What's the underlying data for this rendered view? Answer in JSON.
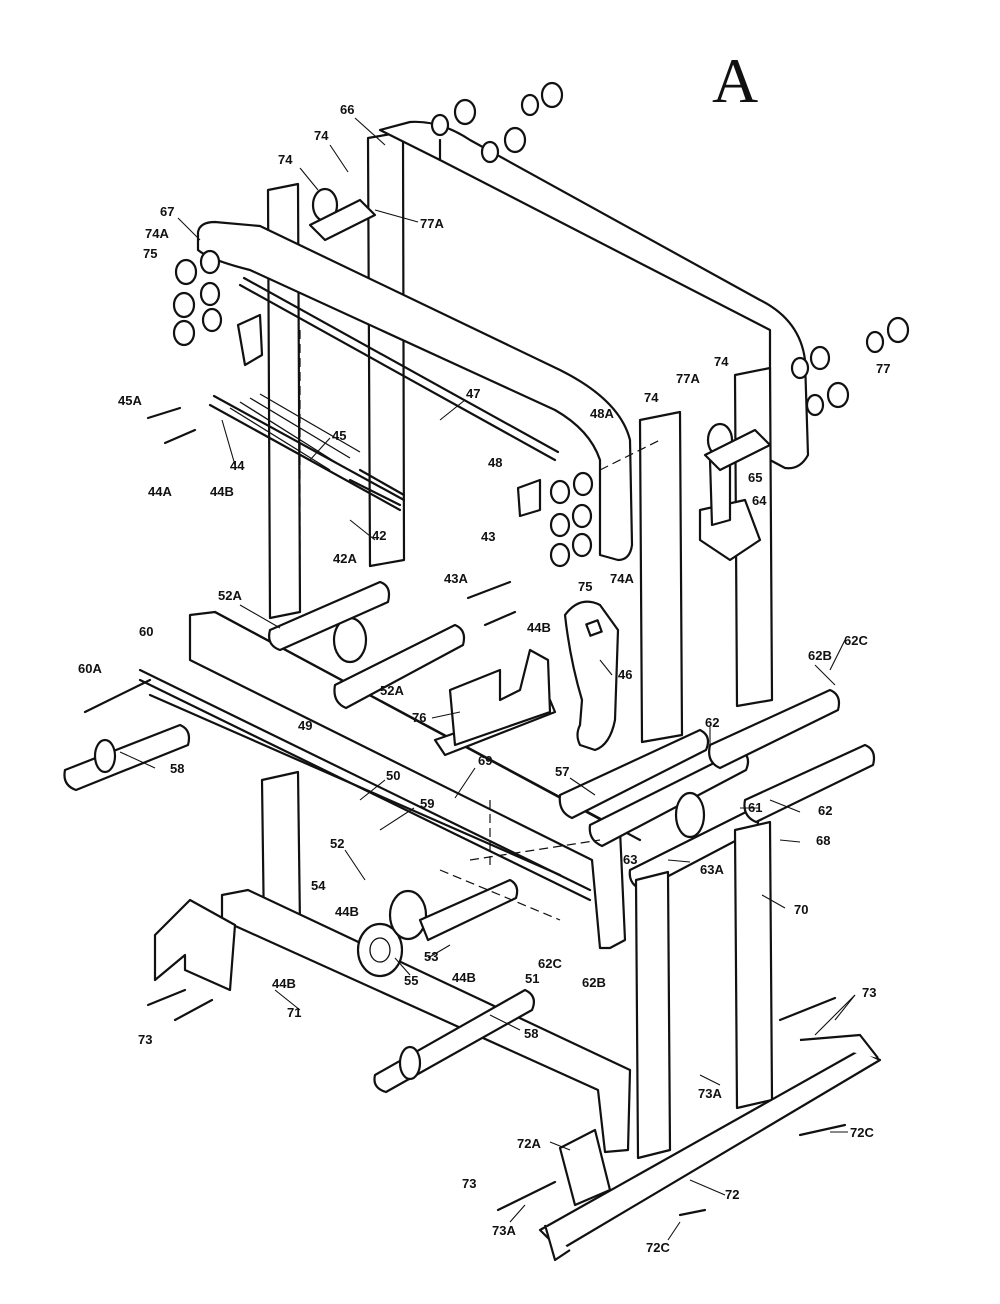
{
  "figure_letter": "A",
  "callouts": [
    {
      "id": "c66",
      "text": "66"
    },
    {
      "id": "c74a",
      "text": "74"
    },
    {
      "id": "c74b",
      "text": "74"
    },
    {
      "id": "c77a1",
      "text": "77A"
    },
    {
      "id": "c67",
      "text": "67"
    },
    {
      "id": "c74A1",
      "text": "74A"
    },
    {
      "id": "c75a",
      "text": "75"
    },
    {
      "id": "c74c",
      "text": "74"
    },
    {
      "id": "c77a2",
      "text": "77A"
    },
    {
      "id": "c77",
      "text": "77"
    },
    {
      "id": "c74d",
      "text": "74"
    },
    {
      "id": "c47",
      "text": "47"
    },
    {
      "id": "c45A",
      "text": "45A"
    },
    {
      "id": "c45",
      "text": "45"
    },
    {
      "id": "c48A",
      "text": "48A"
    },
    {
      "id": "c48",
      "text": "48"
    },
    {
      "id": "c65",
      "text": "65"
    },
    {
      "id": "c64",
      "text": "64"
    },
    {
      "id": "c44",
      "text": "44"
    },
    {
      "id": "c44A",
      "text": "44A"
    },
    {
      "id": "c44B1",
      "text": "44B"
    },
    {
      "id": "c42",
      "text": "42"
    },
    {
      "id": "c42A",
      "text": "42A"
    },
    {
      "id": "c43",
      "text": "43"
    },
    {
      "id": "c43A",
      "text": "43A"
    },
    {
      "id": "c75b",
      "text": "75"
    },
    {
      "id": "c74A2",
      "text": "74A"
    },
    {
      "id": "c52A1",
      "text": "52A"
    },
    {
      "id": "c44B2",
      "text": "44B"
    },
    {
      "id": "c60",
      "text": "60"
    },
    {
      "id": "c62C1",
      "text": "62C"
    },
    {
      "id": "c62B1",
      "text": "62B"
    },
    {
      "id": "c60A",
      "text": "60A"
    },
    {
      "id": "c52A2",
      "text": "52A"
    },
    {
      "id": "c46",
      "text": "46"
    },
    {
      "id": "c76",
      "text": "76"
    },
    {
      "id": "c62a",
      "text": "62"
    },
    {
      "id": "c49",
      "text": "49"
    },
    {
      "id": "c58a",
      "text": "58"
    },
    {
      "id": "c69",
      "text": "69"
    },
    {
      "id": "c57",
      "text": "57"
    },
    {
      "id": "c61",
      "text": "61"
    },
    {
      "id": "c62b",
      "text": "62"
    },
    {
      "id": "c50",
      "text": "50"
    },
    {
      "id": "c59",
      "text": "59"
    },
    {
      "id": "c68",
      "text": "68"
    },
    {
      "id": "c52",
      "text": "52"
    },
    {
      "id": "c63",
      "text": "63"
    },
    {
      "id": "c63A",
      "text": "63A"
    },
    {
      "id": "c54",
      "text": "54"
    },
    {
      "id": "c44B3",
      "text": "44B"
    },
    {
      "id": "c70",
      "text": "70"
    },
    {
      "id": "c53",
      "text": "53"
    },
    {
      "id": "c62C2",
      "text": "62C"
    },
    {
      "id": "c44B4",
      "text": "44B"
    },
    {
      "id": "c51",
      "text": "51"
    },
    {
      "id": "c44B5",
      "text": "44B"
    },
    {
      "id": "c55",
      "text": "55"
    },
    {
      "id": "c62B2",
      "text": "62B"
    },
    {
      "id": "c73a",
      "text": "73"
    },
    {
      "id": "c71",
      "text": "71"
    },
    {
      "id": "c73b",
      "text": "73"
    },
    {
      "id": "c58b",
      "text": "58"
    },
    {
      "id": "c73A1",
      "text": "73A"
    },
    {
      "id": "c72C1",
      "text": "72C"
    },
    {
      "id": "c72A",
      "text": "72A"
    },
    {
      "id": "c73c",
      "text": "73"
    },
    {
      "id": "c72",
      "text": "72"
    },
    {
      "id": "c73A2",
      "text": "73A"
    },
    {
      "id": "c72C2",
      "text": "72C"
    }
  ]
}
